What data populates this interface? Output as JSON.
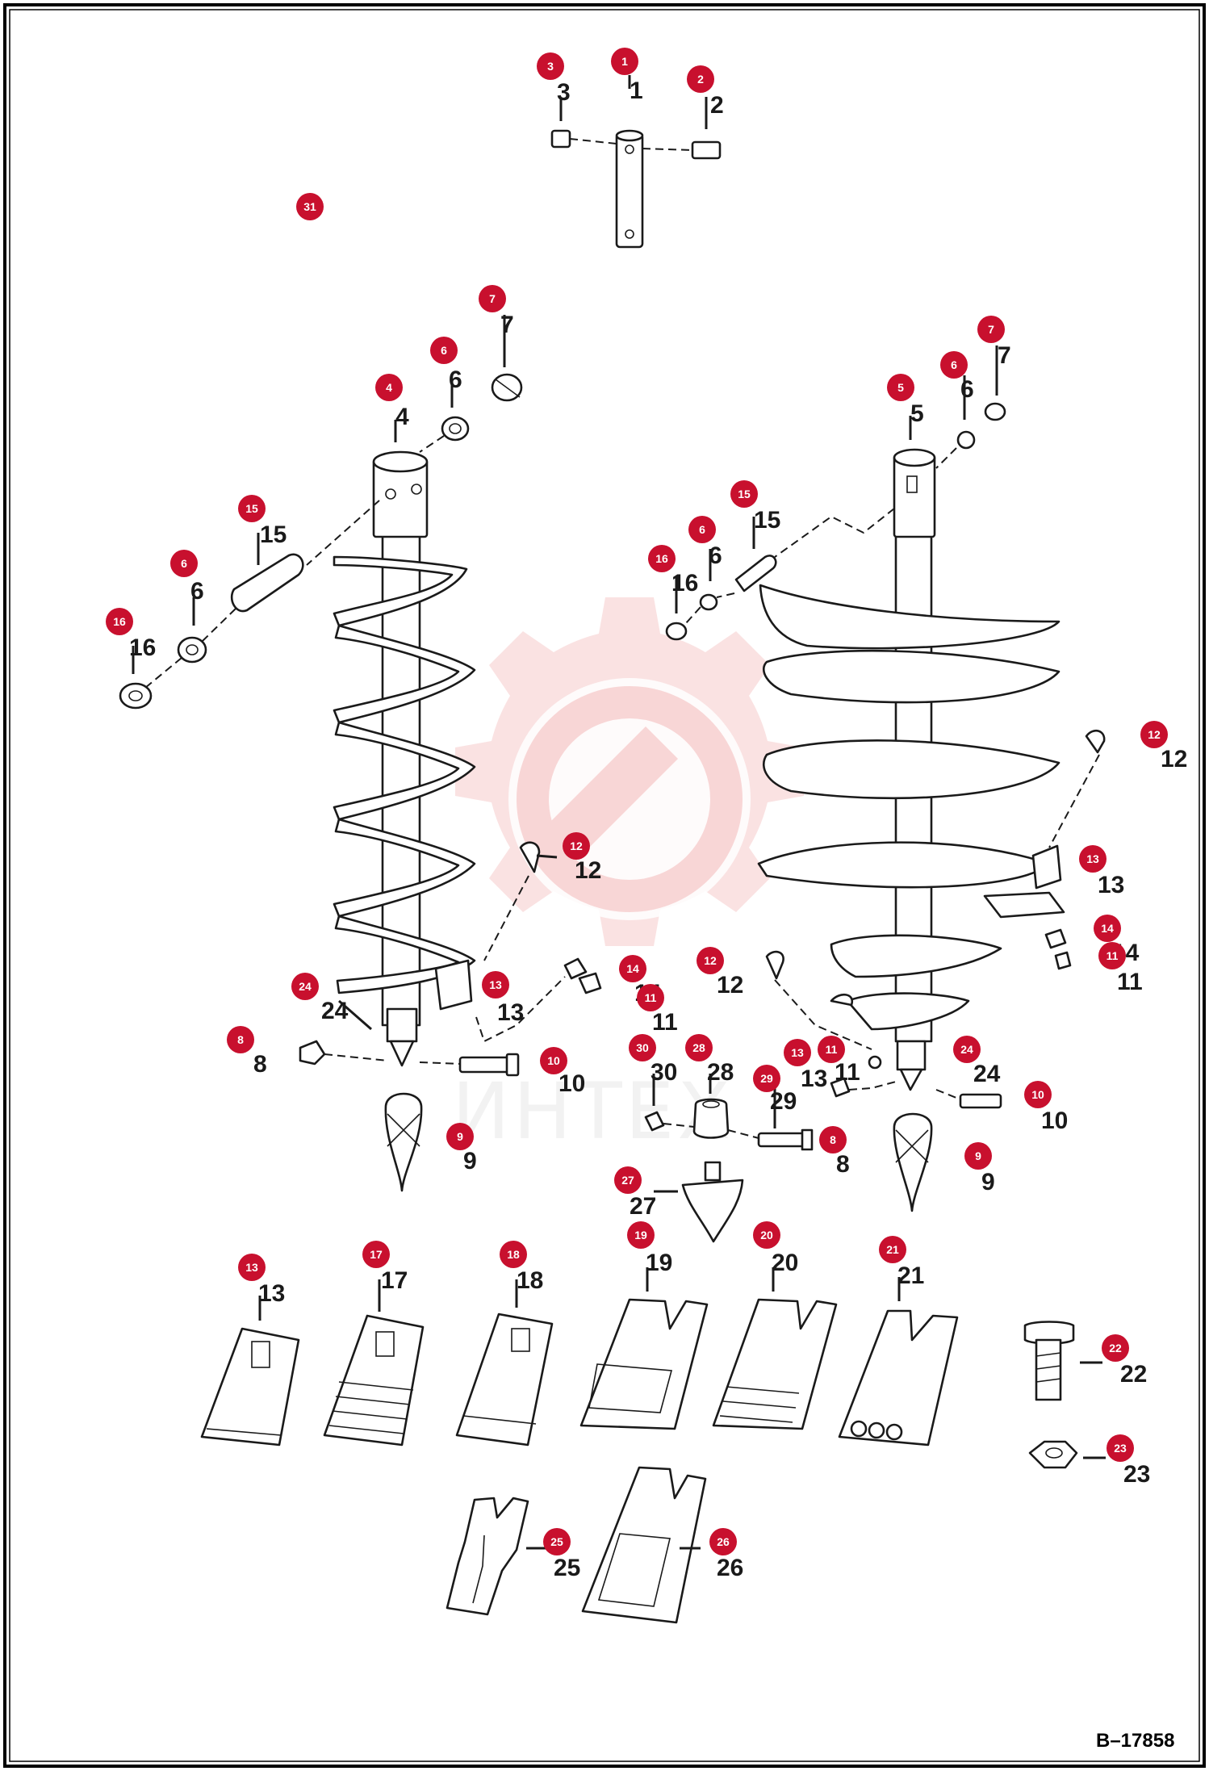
{
  "drawing": {
    "code": "B–17858",
    "watermark_text": "ИНТЕХ"
  },
  "callouts": [
    {
      "id": "c1",
      "label": "1"
    },
    {
      "id": "c2",
      "label": "2"
    },
    {
      "id": "c3",
      "label": "3"
    },
    {
      "id": "c31",
      "label": "31"
    },
    {
      "id": "c7a",
      "label": "7"
    },
    {
      "id": "c6a",
      "label": "6"
    },
    {
      "id": "c4",
      "label": "4"
    },
    {
      "id": "c15a",
      "label": "15"
    },
    {
      "id": "c6b",
      "label": "6"
    },
    {
      "id": "c16a",
      "label": "16"
    },
    {
      "id": "c7b",
      "label": "7"
    },
    {
      "id": "c6c",
      "label": "6"
    },
    {
      "id": "c5",
      "label": "5"
    },
    {
      "id": "c15b",
      "label": "15"
    },
    {
      "id": "c6d",
      "label": "6"
    },
    {
      "id": "c16b",
      "label": "16"
    },
    {
      "id": "c12a",
      "label": "12"
    },
    {
      "id": "c12b",
      "label": "12"
    },
    {
      "id": "c13a",
      "label": "13"
    },
    {
      "id": "c14a",
      "label": "14"
    },
    {
      "id": "c11a",
      "label": "11"
    },
    {
      "id": "c24a",
      "label": "24"
    },
    {
      "id": "c13b",
      "label": "13"
    },
    {
      "id": "c14b",
      "label": "14"
    },
    {
      "id": "c11b",
      "label": "11"
    },
    {
      "id": "c12c",
      "label": "12"
    },
    {
      "id": "c13c",
      "label": "13"
    },
    {
      "id": "c11c",
      "label": "11"
    },
    {
      "id": "c24b",
      "label": "24"
    },
    {
      "id": "c8a",
      "label": "8"
    },
    {
      "id": "c10a",
      "label": "10"
    },
    {
      "id": "c30",
      "label": "30"
    },
    {
      "id": "c28",
      "label": "28"
    },
    {
      "id": "c29",
      "label": "29"
    },
    {
      "id": "c10b",
      "label": "10"
    },
    {
      "id": "c9a",
      "label": "9"
    },
    {
      "id": "c8b",
      "label": "8"
    },
    {
      "id": "c9b",
      "label": "9"
    },
    {
      "id": "c27",
      "label": "27"
    },
    {
      "id": "c13d",
      "label": "13"
    },
    {
      "id": "c17",
      "label": "17"
    },
    {
      "id": "c18",
      "label": "18"
    },
    {
      "id": "c19",
      "label": "19"
    },
    {
      "id": "c20",
      "label": "20"
    },
    {
      "id": "c21",
      "label": "21"
    },
    {
      "id": "c22",
      "label": "22"
    },
    {
      "id": "c23",
      "label": "23"
    },
    {
      "id": "c25",
      "label": "25"
    },
    {
      "id": "c26",
      "label": "26"
    }
  ]
}
